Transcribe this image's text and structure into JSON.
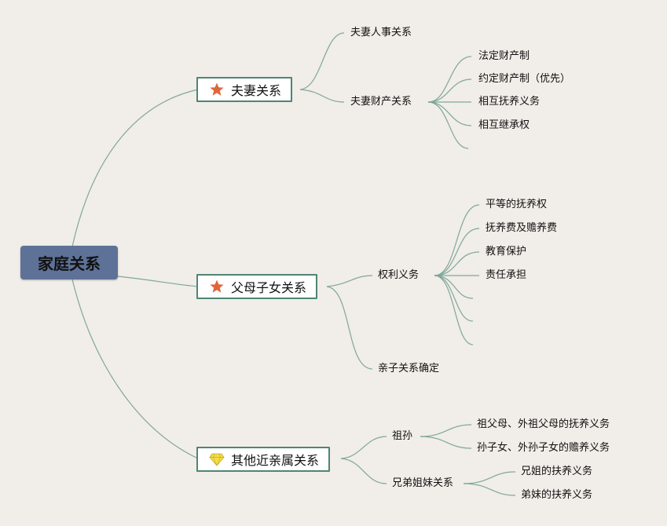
{
  "root": {
    "label": "家庭关系"
  },
  "branches": {
    "spouse": {
      "label": "夫妻关系",
      "icon": "star-icon",
      "children": {
        "personal": "夫妻人事关系",
        "property": {
          "label": "夫妻财产关系",
          "items": [
            "法定财产制",
            "约定财产制（优先）",
            "相互抚养义务",
            "相互继承权"
          ]
        }
      }
    },
    "parent_child": {
      "label": "父母子女关系",
      "icon": "star-icon",
      "children": {
        "rights": {
          "label": "权利义务",
          "items": [
            "平等的抚养权",
            "抚养费及赡养费",
            "教育保护",
            "责任承担"
          ]
        },
        "determination": "亲子关系确定"
      }
    },
    "other": {
      "label": "其他近亲属关系",
      "icon": "diamond-icon",
      "children": {
        "grand": {
          "label": "祖孙",
          "items": [
            "祖父母、外祖父母的抚养义务",
            "孙子女、外孙子女的赡养义务"
          ]
        },
        "siblings": {
          "label": "兄弟姐妹关系",
          "items": [
            "兄姐的扶养义务",
            "弟妹的扶养义务"
          ]
        }
      }
    }
  },
  "colors": {
    "background": "#f1ede8",
    "root_fill": "#5e7298",
    "branch_border": "#4f8575",
    "connector": "#7fa89a",
    "star": "#e0663a",
    "diamond": "#f3dd4a"
  }
}
